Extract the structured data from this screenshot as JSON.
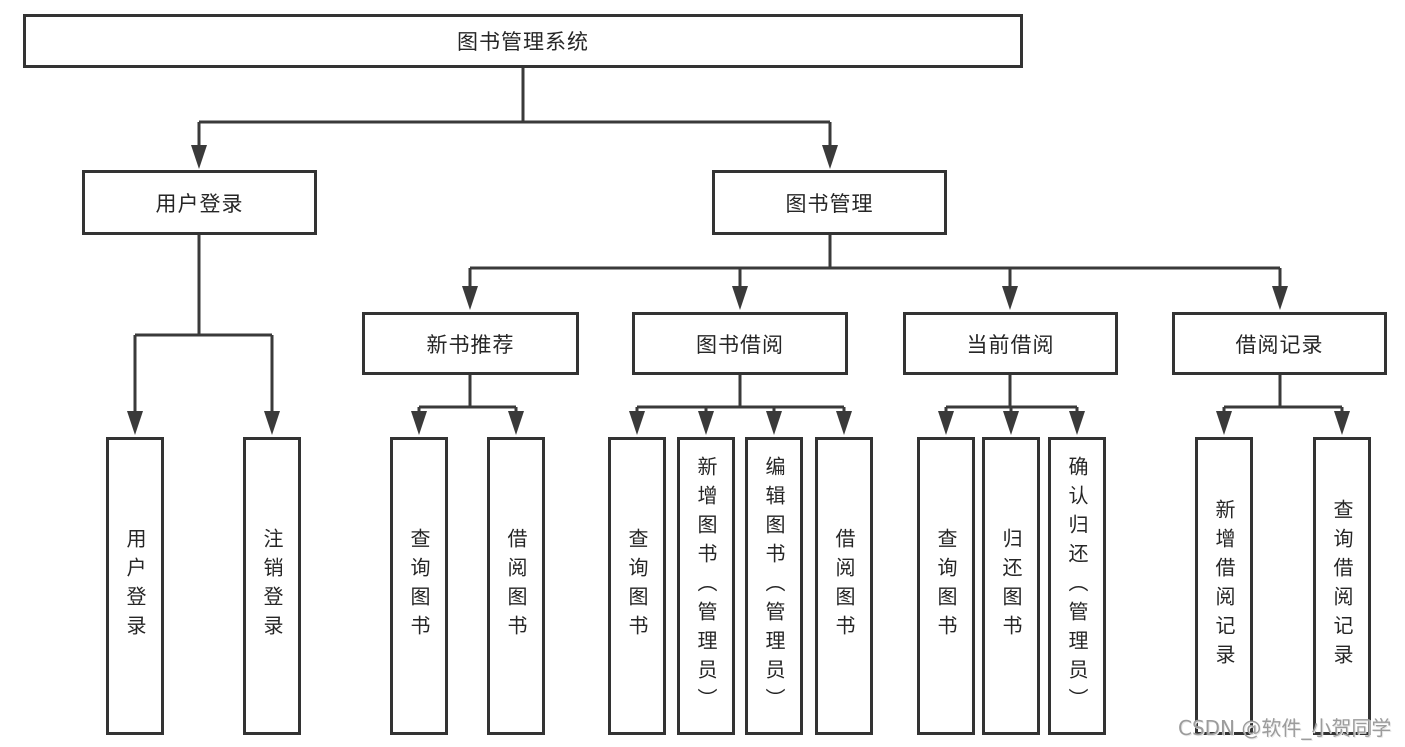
{
  "colors": {
    "line": "#3a3a3a",
    "box_border": "#333333",
    "box_fill": "#ffffff",
    "text": "#262626",
    "watermark": "#9c9c9c"
  },
  "tree": {
    "root": {
      "label": "图书管理系统"
    },
    "children": [
      {
        "label": "用户登录",
        "children": [
          "用户登录",
          "注销登录"
        ]
      },
      {
        "label": "图书管理",
        "children": [
          {
            "label": "新书推荐",
            "children": [
              "查询图书",
              "借阅图书"
            ]
          },
          {
            "label": "图书借阅",
            "children": [
              "查询图书",
              "新增图书（管理员）",
              "编辑图书（管理员）",
              "借阅图书"
            ]
          },
          {
            "label": "当前借阅",
            "children": [
              "查询图书",
              "归还图书",
              "确认归还（管理员）"
            ]
          },
          {
            "label": "借阅记录",
            "children": [
              "新增借阅记录",
              "查询借阅记录"
            ]
          }
        ]
      }
    ]
  },
  "watermark": {
    "text": "CSDN @软件_小贺同学"
  }
}
